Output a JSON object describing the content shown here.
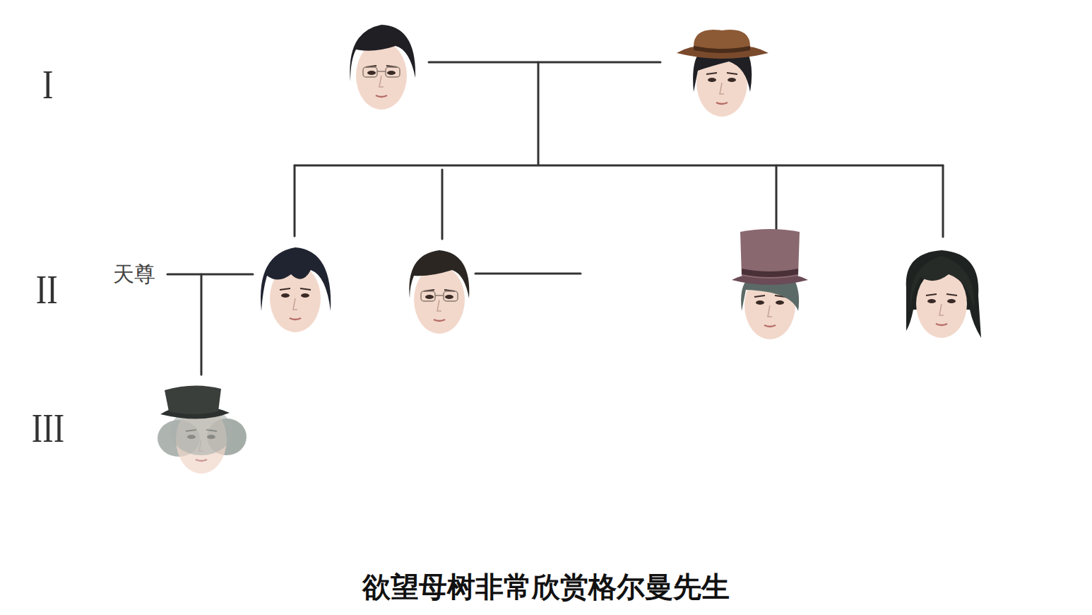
{
  "diagram": {
    "caption": "欲望母树非常欣赏格尔曼先生",
    "labels": [
      "I",
      "II",
      "III",
      "天尊"
    ]
  }
}
